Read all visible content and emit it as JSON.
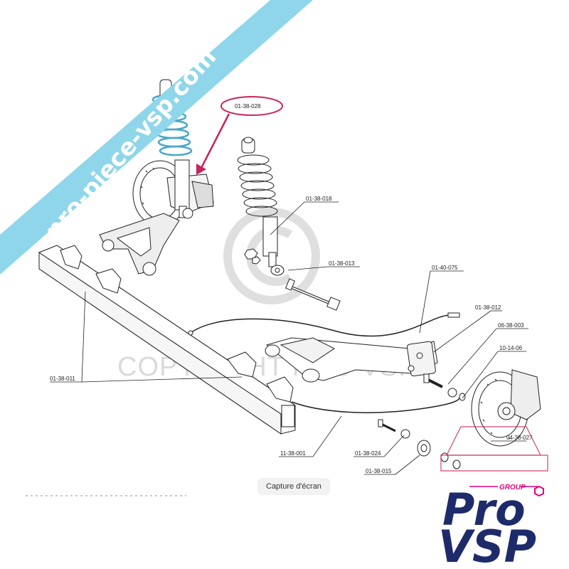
{
  "watermark": {
    "banner_text": "pro-piece-vsp.com",
    "copyright_text": "COPYRIGHT PRO VSP",
    "copyright_symbol": "©"
  },
  "parts": [
    {
      "ref": "01-38-028",
      "highlighted": true
    },
    {
      "ref": "01-38-018"
    },
    {
      "ref": "01-38-013"
    },
    {
      "ref": "01-40-075"
    },
    {
      "ref": "01-38-012"
    },
    {
      "ref": "06-38-003"
    },
    {
      "ref": "10-14-06"
    },
    {
      "ref": "01-38-011"
    },
    {
      "ref": "11-38-001"
    },
    {
      "ref": "01-38-024"
    },
    {
      "ref": "01-38-015"
    },
    {
      "ref": "04-38-027"
    }
  ],
  "overlay": {
    "capture_label": "Capture d'écran"
  },
  "logo": {
    "group": "GROUP",
    "pro": "Pro",
    "vsp": "VSP"
  },
  "colors": {
    "banner": "#8fd6ea",
    "highlight": "#c8245f",
    "logo_navy": "#1e2b6b",
    "logo_magenta": "#e3007e"
  }
}
